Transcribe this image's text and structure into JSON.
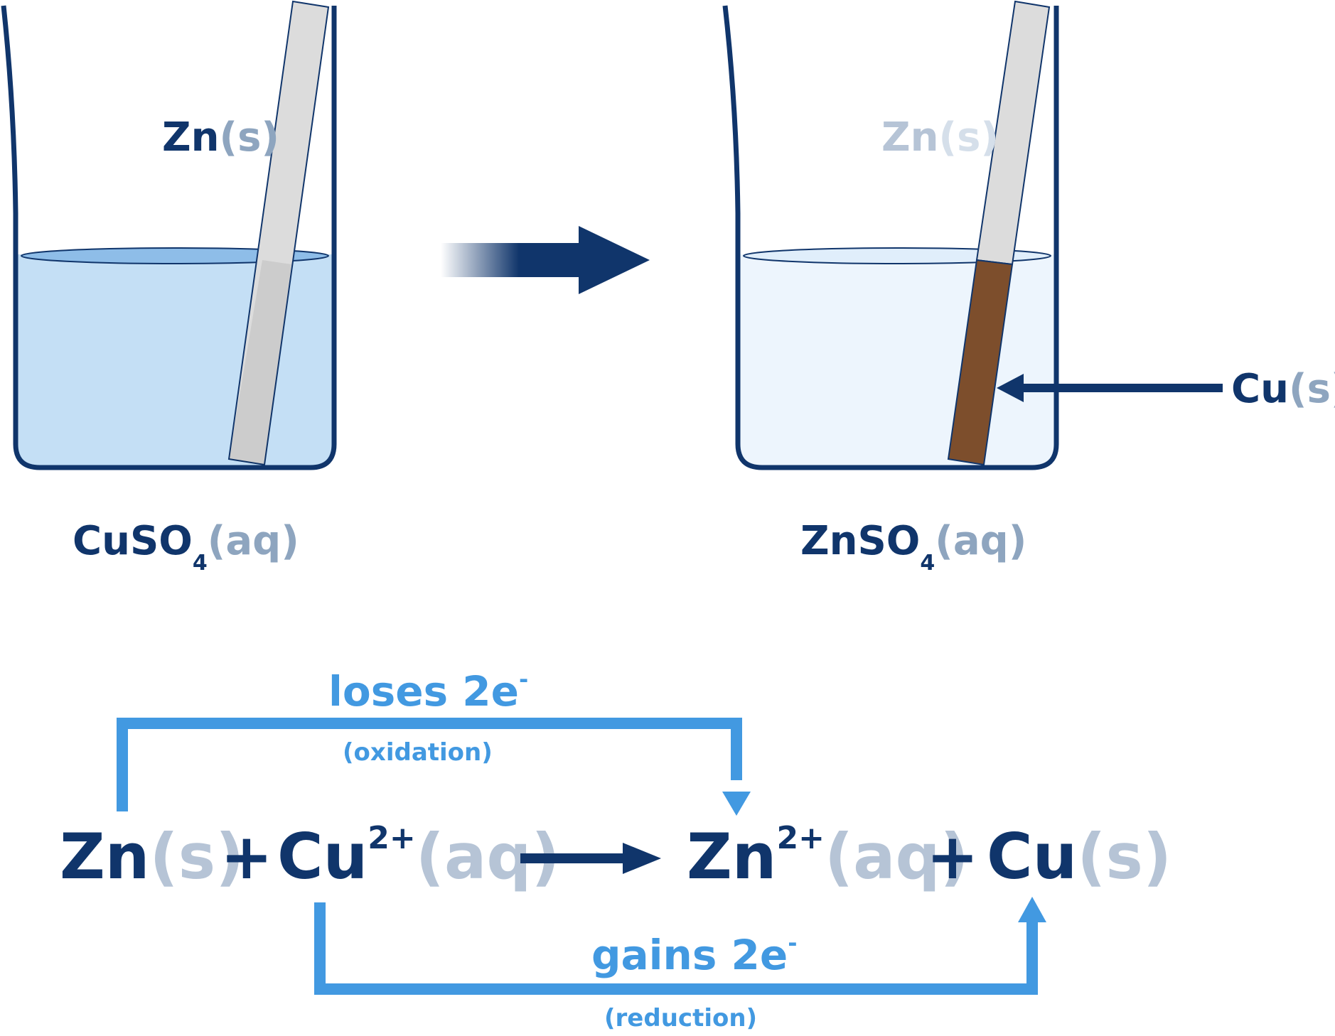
{
  "colors": {
    "navy": "#10356b",
    "gray_state": "#8ea5bf",
    "gray_faded": "#b6c4d6",
    "gray_faded_light": "#d5dfea",
    "blue_accent": "#4299e1",
    "solution_cuso4": "#c4dff5",
    "solution_cuso4_surface": "#8ebde8",
    "solution_znso4": "#edf5fd",
    "zinc_strip": "#dcdcdc",
    "copper_coating": "#7d4e2c"
  },
  "beaker_before": {
    "strip_label": {
      "symbol": "Zn",
      "state": "(s)"
    },
    "solution_label": {
      "formula": "CuSO",
      "subscript": "4",
      "state": "(aq)"
    }
  },
  "beaker_after": {
    "strip_label": {
      "symbol": "Zn",
      "state": "(s)"
    },
    "deposit_label": {
      "symbol": "Cu",
      "state": "(s)"
    },
    "solution_label": {
      "formula": "ZnSO",
      "subscript": "4",
      "state": "(aq)"
    }
  },
  "equation": {
    "reactant1": {
      "symbol": "Zn",
      "state": "(s)"
    },
    "plus1": "+",
    "reactant2": {
      "symbol": "Cu",
      "charge": "2+",
      "state": "(aq)"
    },
    "product1": {
      "symbol": "Zn",
      "charge": "2+",
      "state": "(aq)"
    },
    "plus2": "+",
    "product2": {
      "symbol": "Cu",
      "state": "(s)"
    }
  },
  "oxidation": {
    "label": "loses 2e",
    "sup": "-",
    "note": "(oxidation)"
  },
  "reduction": {
    "label": "gains 2e",
    "sup": "-",
    "note": "(reduction)"
  }
}
